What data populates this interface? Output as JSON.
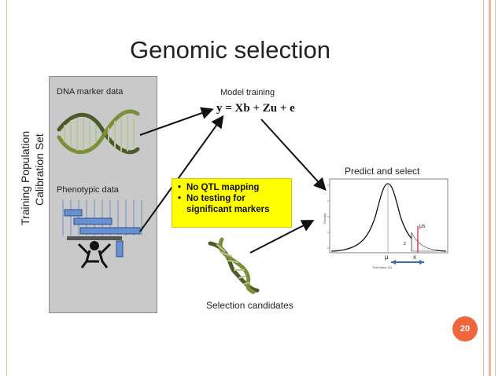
{
  "title": "Genomic selection",
  "side_label": {
    "line1": "Training Population",
    "line2": "Calibration Set"
  },
  "panel": {
    "dna_label": "DNA marker data",
    "pheno_label": "Phenotypic data"
  },
  "model": {
    "label": "Model training",
    "equation": "y = Xb + Zu + e"
  },
  "callout": {
    "bullets": [
      "No QTL mapping",
      "No testing for significant markers"
    ]
  },
  "predict": {
    "label": "Predict and select",
    "y_axis_label": "Density",
    "x_axis_label": "Trait value (G)",
    "mu_label": "μ",
    "x_label": "x",
    "z_label": "z",
    "mu_s_label": "μs"
  },
  "selection_label": "Selection candidates",
  "page_number": "20",
  "colors": {
    "accent": "#f0663a",
    "callout": "#ffff00",
    "panel": "#c9c9c9",
    "curve": "#111111",
    "mean_line": "#e0a0a0",
    "selection_line": "#cc2222",
    "arrow_blue": "#3a6db0"
  }
}
